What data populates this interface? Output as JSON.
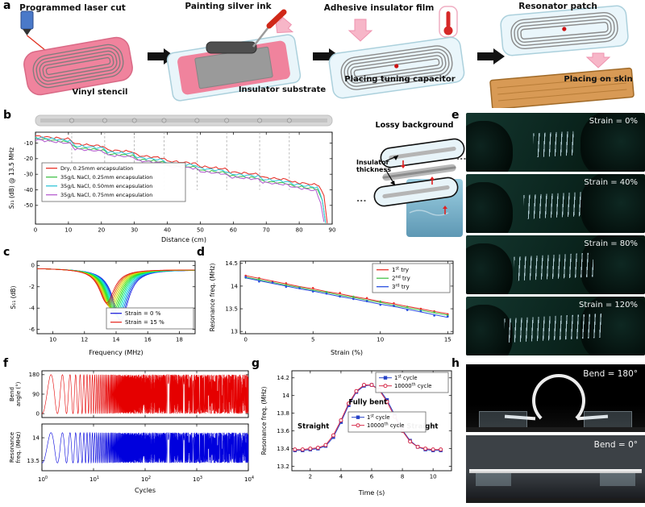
{
  "letters": {
    "a": "a",
    "b": "b",
    "c": "c",
    "d": "d",
    "e": "e",
    "f": "f",
    "g": "g",
    "h": "h"
  },
  "panel_a": {
    "steps": [
      {
        "title": "Programmed laser cut",
        "caption": "Vinyl stencil"
      },
      {
        "title": "Painting silver ink",
        "caption": "Insulator substrate"
      },
      {
        "title": "Adhesive insulator film",
        "caption": "Placing tuning capacitor"
      },
      {
        "title": "Resonator patch",
        "caption": "Placing on skin"
      }
    ]
  },
  "panel_b_diagram": {
    "lossy": "Lossy background",
    "thickness": "Insulator thickness",
    "dots": "..."
  },
  "panel_e": {
    "labels": [
      "Strain = 0%",
      "Strain = 40%",
      "Strain = 80%",
      "Strain = 120%"
    ]
  },
  "panel_h": {
    "labels": [
      "Bend = 180°",
      "Bend = 0°"
    ]
  },
  "chart_data": [
    {
      "id": "b",
      "type": "line",
      "xlabel": "Distance (cm)",
      "ylabel": "S₂₁ (dB) @ 13.5 MHz",
      "xlim": [
        0,
        90
      ],
      "ylim": [
        -62,
        -3
      ],
      "xticks": [
        0,
        10,
        20,
        30,
        40,
        50,
        60,
        70,
        80,
        90
      ],
      "yticks": [
        -50,
        -40,
        -30,
        -20,
        -10
      ],
      "relay_x": [
        11,
        21,
        30,
        39,
        49,
        58,
        68,
        77
      ],
      "series": [
        {
          "name": "Dry, 0.25mm encapsulation",
          "color": "#e8312a",
          "points": [
            [
              0,
              -5.5
            ],
            [
              10.5,
              -7.5
            ],
            [
              12,
              -10.5
            ],
            [
              20.5,
              -12
            ],
            [
              22,
              -14.5
            ],
            [
              29.5,
              -15.5
            ],
            [
              31,
              -18
            ],
            [
              38.5,
              -19.5
            ],
            [
              40,
              -21.5
            ],
            [
              48.5,
              -23
            ],
            [
              50,
              -25
            ],
            [
              57.5,
              -26.5
            ],
            [
              59,
              -28.5
            ],
            [
              67.5,
              -30
            ],
            [
              69,
              -32
            ],
            [
              76.5,
              -33.5
            ],
            [
              78,
              -35
            ],
            [
              86,
              -37
            ],
            [
              87.5,
              -44
            ],
            [
              88.5,
              -61
            ]
          ]
        },
        {
          "name": "35g/L NaCl, 0.25mm encapsulation",
          "color": "#46c24b",
          "points": [
            [
              0,
              -7
            ],
            [
              10.5,
              -9.5
            ],
            [
              12,
              -13
            ],
            [
              20.5,
              -14.5
            ],
            [
              22,
              -17
            ],
            [
              29.5,
              -18
            ],
            [
              31,
              -20.5
            ],
            [
              38.5,
              -22
            ],
            [
              40,
              -24
            ],
            [
              48.5,
              -25.5
            ],
            [
              50,
              -27.5
            ],
            [
              57.5,
              -29
            ],
            [
              59,
              -31
            ],
            [
              67.5,
              -32.5
            ],
            [
              69,
              -34.5
            ],
            [
              76.5,
              -36
            ],
            [
              78,
              -37.5
            ],
            [
              85.5,
              -39.5
            ],
            [
              87,
              -47
            ],
            [
              88,
              -61
            ]
          ]
        },
        {
          "name": "35g/L NaCl, 0.50mm encapsulation",
          "color": "#35c6d8",
          "points": [
            [
              0,
              -6.2
            ],
            [
              10.5,
              -8.5
            ],
            [
              12,
              -11.8
            ],
            [
              20.5,
              -13.2
            ],
            [
              22,
              -15.8
            ],
            [
              29.5,
              -16.8
            ],
            [
              31,
              -19.2
            ],
            [
              38.5,
              -20.8
            ],
            [
              40,
              -22.8
            ],
            [
              48.5,
              -24.2
            ],
            [
              50,
              -26.2
            ],
            [
              57.5,
              -27.8
            ],
            [
              59,
              -29.8
            ],
            [
              67.5,
              -31.2
            ],
            [
              69,
              -33.2
            ],
            [
              76.5,
              -34.8
            ],
            [
              78,
              -36.2
            ],
            [
              85.5,
              -38.5
            ],
            [
              87,
              -46
            ],
            [
              88,
              -61
            ]
          ]
        },
        {
          "name": "35g/L NaCl, 0.75mm encapsulation",
          "color": "#b65fd0",
          "points": [
            [
              0,
              -7.8
            ],
            [
              10.5,
              -10.2
            ],
            [
              12,
              -13.8
            ],
            [
              20.5,
              -15.2
            ],
            [
              22,
              -17.8
            ],
            [
              29.5,
              -18.8
            ],
            [
              31,
              -21.2
            ],
            [
              38.5,
              -22.8
            ],
            [
              40,
              -24.8
            ],
            [
              48.5,
              -26.2
            ],
            [
              50,
              -28.2
            ],
            [
              57.5,
              -29.8
            ],
            [
              59,
              -31.8
            ],
            [
              67.5,
              -33.2
            ],
            [
              69,
              -35.2
            ],
            [
              76.5,
              -36.8
            ],
            [
              78,
              -38.2
            ],
            [
              85,
              -40.5
            ],
            [
              86.5,
              -48
            ],
            [
              87.5,
              -61
            ]
          ]
        }
      ]
    },
    {
      "id": "c",
      "type": "line",
      "xlabel": "Frequency (MHz)",
      "ylabel": "S₁₁ (dB)",
      "xlim": [
        9,
        19
      ],
      "ylim": [
        -6.4,
        0.4
      ],
      "xticks": [
        10,
        12,
        14,
        16,
        18
      ],
      "yticks": [
        0,
        -2,
        -4,
        -6
      ],
      "family": {
        "count": 16,
        "f0_start": 14.3,
        "f0_end": 13.4,
        "depth_start": -4.9,
        "depth_end": -3.2,
        "width": 1.15,
        "base": -0.25
      },
      "legend": [
        {
          "label": "Strain = 0 %",
          "color": "#2222dd"
        },
        {
          "label": "Strain = 15 %",
          "color": "#e8312a"
        }
      ]
    },
    {
      "id": "d",
      "type": "line",
      "xlabel": "Strain (%)",
      "ylabel": "Resonance freq. (MHz)",
      "xlim": [
        -0.4,
        15.4
      ],
      "ylim": [
        12.95,
        14.55
      ],
      "xticks": [
        0,
        5,
        10,
        15
      ],
      "yticks": [
        13,
        13.5,
        14,
        14.5
      ],
      "series": [
        {
          "name": "1st try",
          "color": "#e8312a",
          "values": [
            14.23,
            14.17,
            14.11,
            14.05,
            13.99,
            13.94,
            13.88,
            13.83,
            13.77,
            13.72,
            13.66,
            13.61,
            13.55,
            13.5,
            13.44,
            13.39
          ]
        },
        {
          "name": "2nd try",
          "color": "#46c24b",
          "values": [
            14.2,
            14.14,
            14.08,
            14.02,
            13.97,
            13.91,
            13.86,
            13.8,
            13.75,
            13.69,
            13.64,
            13.58,
            13.52,
            13.47,
            13.41,
            13.36
          ]
        },
        {
          "name": "3rd try",
          "color": "#2a50e0",
          "values": [
            14.18,
            14.12,
            14.06,
            14.0,
            13.94,
            13.89,
            13.83,
            13.77,
            13.72,
            13.66,
            13.6,
            13.55,
            13.49,
            13.43,
            13.37,
            13.31
          ]
        }
      ]
    },
    {
      "id": "f",
      "type": "line",
      "xlabel": "Cycles",
      "xlog_exponents": [
        0,
        1,
        2,
        3,
        4
      ],
      "sub": [
        {
          "ylabel": [
            "Bend",
            "angle (°)"
          ],
          "ylim": [
            -18,
            198
          ],
          "yticks": [
            0,
            90,
            180
          ],
          "color": "#e50000",
          "offset": 90,
          "amp": 90
        },
        {
          "ylabel": [
            "Resonance",
            "freq. (MHz)"
          ],
          "ylim": [
            13.28,
            14.3
          ],
          "yticks": [
            13.5,
            14
          ],
          "color": "#0000dd",
          "offset": 13.78,
          "amp": 0.33
        }
      ]
    },
    {
      "id": "g",
      "type": "line",
      "xlabel": "Time (s)",
      "ylabel": "Resonance freq. (MHz)",
      "xlim": [
        0.8,
        11.2
      ],
      "ylim": [
        13.15,
        14.28
      ],
      "xticks": [
        2,
        4,
        6,
        8,
        10
      ],
      "yticks": [
        13.2,
        13.4,
        13.6,
        13.8,
        14,
        14.2
      ],
      "t": [
        1,
        1.5,
        2,
        2.5,
        3,
        3.5,
        4,
        4.5,
        5,
        5.5,
        6,
        6.5,
        7,
        7.5,
        8,
        8.5,
        9,
        9.5,
        10,
        10.5
      ],
      "series": [
        {
          "name": "1st cycle",
          "color": "#2743c7",
          "marker": "square",
          "values": [
            13.38,
            13.38,
            13.39,
            13.4,
            13.43,
            13.53,
            13.7,
            13.89,
            14.04,
            14.11,
            14.12,
            14.07,
            13.95,
            13.78,
            13.61,
            13.49,
            13.42,
            13.39,
            13.38,
            13.38
          ]
        },
        {
          "name": "10000th cycle",
          "color": "#d62a49",
          "marker": "circle",
          "values": [
            13.39,
            13.39,
            13.4,
            13.41,
            13.44,
            13.55,
            13.72,
            13.91,
            14.05,
            14.12,
            14.12,
            14.06,
            13.93,
            13.76,
            13.6,
            13.48,
            13.42,
            13.4,
            13.39,
            13.39
          ]
        }
      ],
      "annotations": [
        {
          "text": "Straight",
          "x": 2.2,
          "y": 13.63
        },
        {
          "text": "Fully bent",
          "x": 5.75,
          "y": 13.9
        },
        {
          "text": "Straight",
          "x": 9.3,
          "y": 13.63
        }
      ]
    }
  ]
}
